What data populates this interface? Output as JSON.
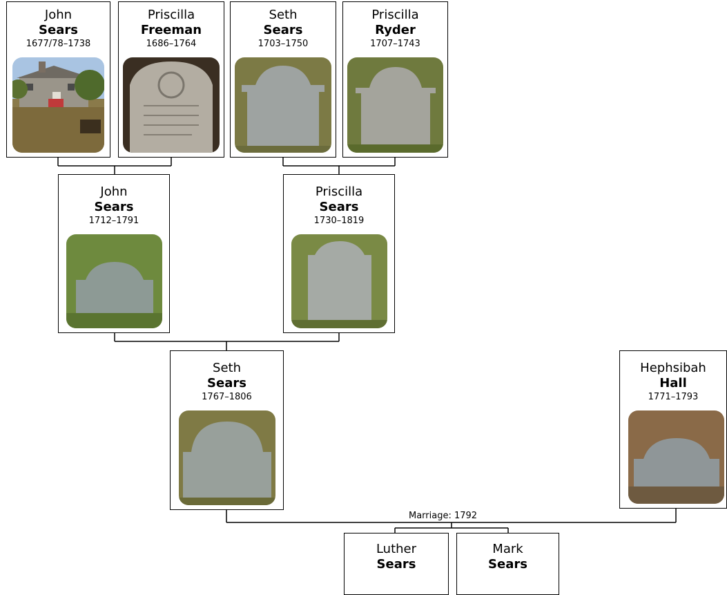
{
  "people": {
    "john_sears_1": {
      "given": "John",
      "surname": "Sears",
      "dates": "1677/78–1738",
      "photo": "house-photo"
    },
    "priscilla_freeman": {
      "given": "Priscilla",
      "surname": "Freeman",
      "dates": "1686–1764",
      "photo": "gravestone-photo"
    },
    "seth_sears_1": {
      "given": "Seth",
      "surname": "Sears",
      "dates": "1703–1750",
      "photo": "gravestone-photo"
    },
    "priscilla_ryder": {
      "given": "Priscilla",
      "surname": "Ryder",
      "dates": "1707–1743",
      "photo": "gravestone-photo"
    },
    "john_sears_2": {
      "given": "John",
      "surname": "Sears",
      "dates": "1712–1791",
      "photo": "gravestone-photo"
    },
    "priscilla_sears": {
      "given": "Priscilla",
      "surname": "Sears",
      "dates": "1730–1819",
      "photo": "gravestone-photo"
    },
    "seth_sears_2": {
      "given": "Seth",
      "surname": "Sears",
      "dates": "1767–1806",
      "photo": "gravestone-photo"
    },
    "hephsibah_hall": {
      "given": "Hephsibah",
      "surname": "Hall",
      "dates": "1771–1793",
      "photo": "gravestone-photo"
    },
    "luther_sears": {
      "given": "Luther",
      "surname": "Sears"
    },
    "mark_sears": {
      "given": "Mark",
      "surname": "Sears"
    }
  },
  "marriage_label": "Marriage: 1792",
  "colors": {
    "border": "#000000",
    "grass": "#7a8a45",
    "stone": "#9aa3a0"
  }
}
